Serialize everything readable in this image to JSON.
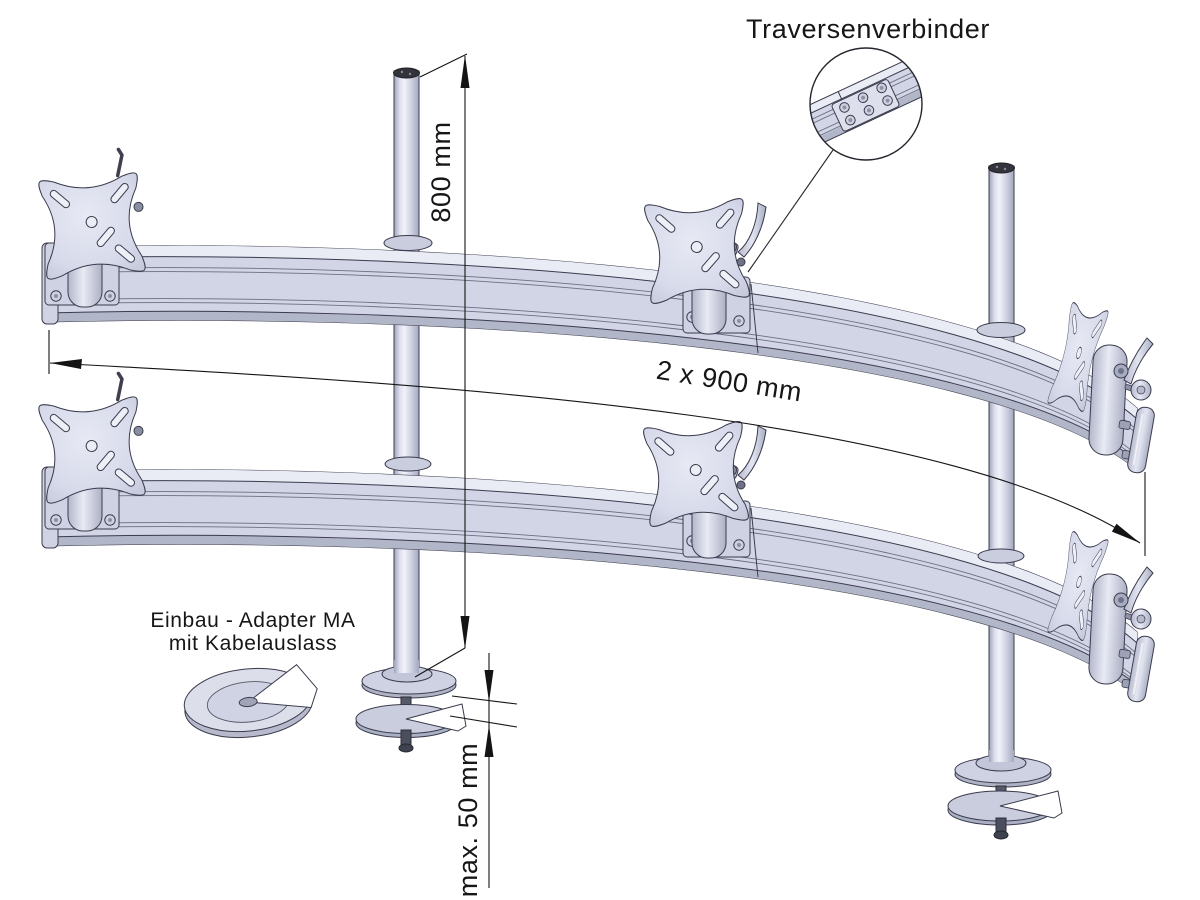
{
  "drawing": {
    "type": "technical-assembly-illustration",
    "product": "multi-monitor traverse mounting system, 2 rows x 3 monitors",
    "labels": {
      "detail_callout": "Traversenverbinder",
      "adapter_line1": "Einbau - Adapter MA",
      "adapter_line2": "mit Kabelauslass"
    },
    "dimensions": {
      "pole_height": "800 mm",
      "traverse_total_width": "2 x 900 mm",
      "clamp_max_thickness": "max. 50 mm"
    },
    "colors": {
      "background": "#ffffff",
      "metal_highlight": "#e9ebf5",
      "metal_mid": "#d2d5e6",
      "metal_shadow": "#b2b6c9",
      "outline": "#3b3b4d",
      "annotation": "#141414",
      "pole_cap": "#33333b"
    },
    "parts": [
      "upper-traverse-rail",
      "lower-traverse-rail",
      "left-pole",
      "right-pole",
      "vesa-plate x6",
      "desk-clamp x2",
      "traverse-connector-detail",
      "einbau-adapter-disc"
    ]
  }
}
